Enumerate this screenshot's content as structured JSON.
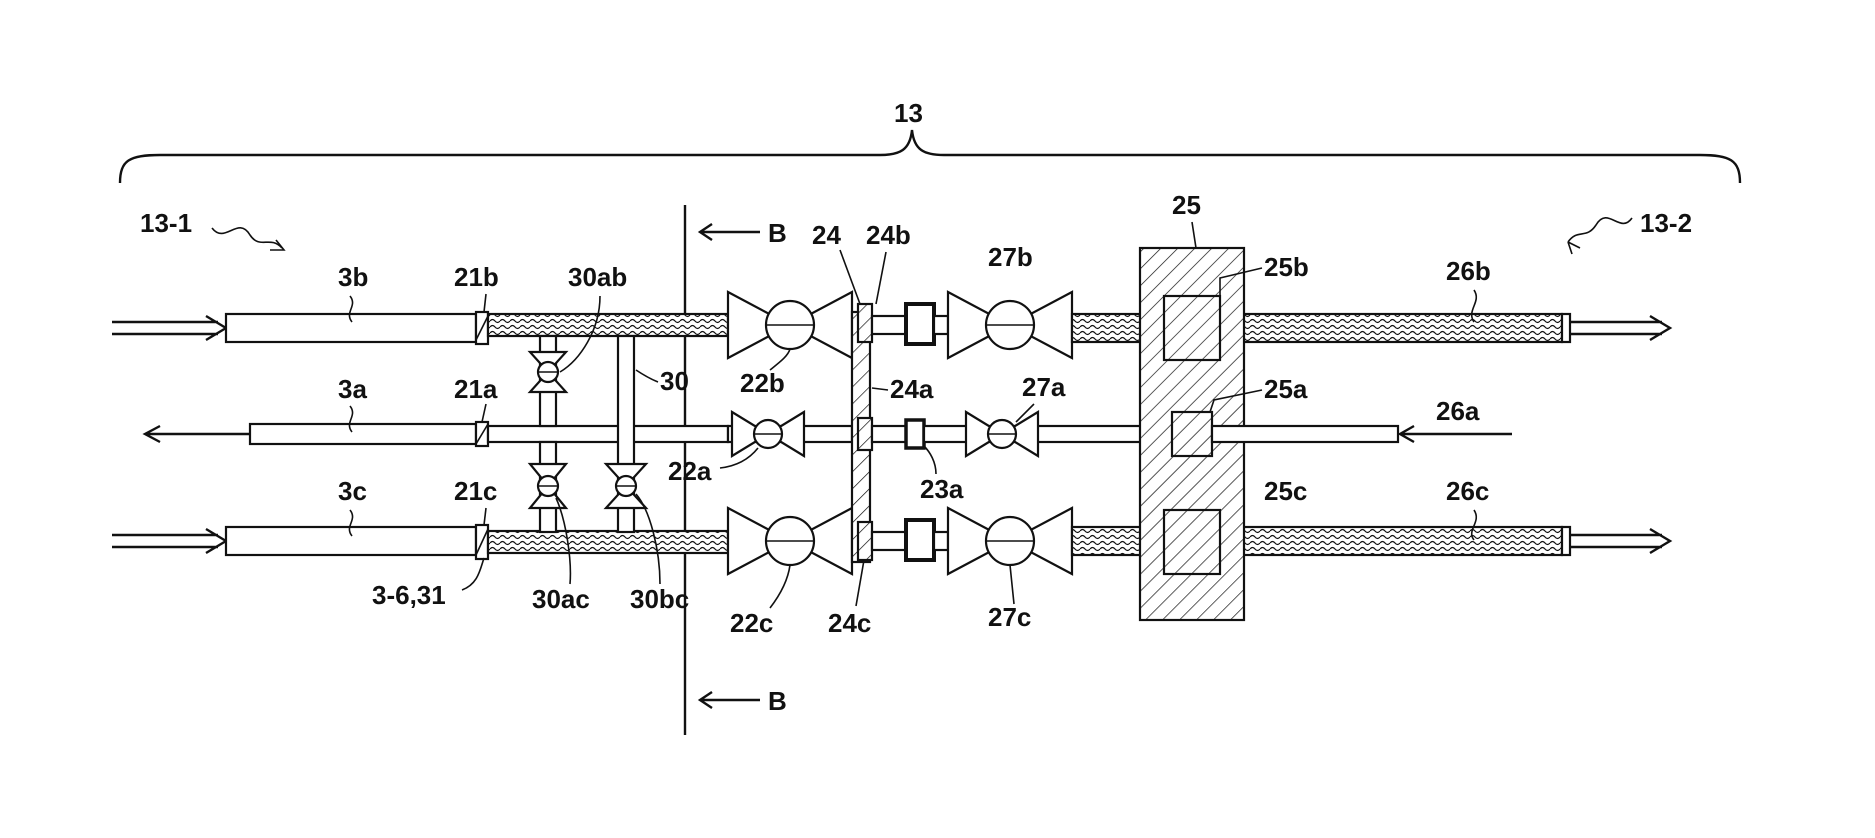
{
  "labels": {
    "assembly": "13",
    "side_left": "13-1",
    "side_right": "13-2",
    "section_top": "B",
    "section_bottom": "B",
    "pipe_3b": "3b",
    "pipe_3a": "3a",
    "pipe_3c": "3c",
    "seal_21b": "21b",
    "seal_21a": "21a",
    "seal_21c": "21c",
    "wall": "3-6,31",
    "valve_30ab": "30ab",
    "valve_30ac": "30ac",
    "valve_30bc": "30bc",
    "cross_30": "30",
    "valve_22b": "22b",
    "valve_22a": "22a",
    "valve_22c": "22c",
    "plate_24": "24",
    "plate_24b": "24b",
    "plate_24a": "24a",
    "plate_24c": "24c",
    "coupler_23a": "23a",
    "valve_27b": "27b",
    "valve_27a": "27a",
    "valve_27c": "27c",
    "block_25": "25",
    "block_25b": "25b",
    "block_25a": "25a",
    "block_25c": "25c",
    "hose_26b": "26b",
    "hose_26a": "26a",
    "hose_26c": "26c"
  },
  "colors": {
    "ink": "#111111",
    "paper": "#ffffff"
  }
}
